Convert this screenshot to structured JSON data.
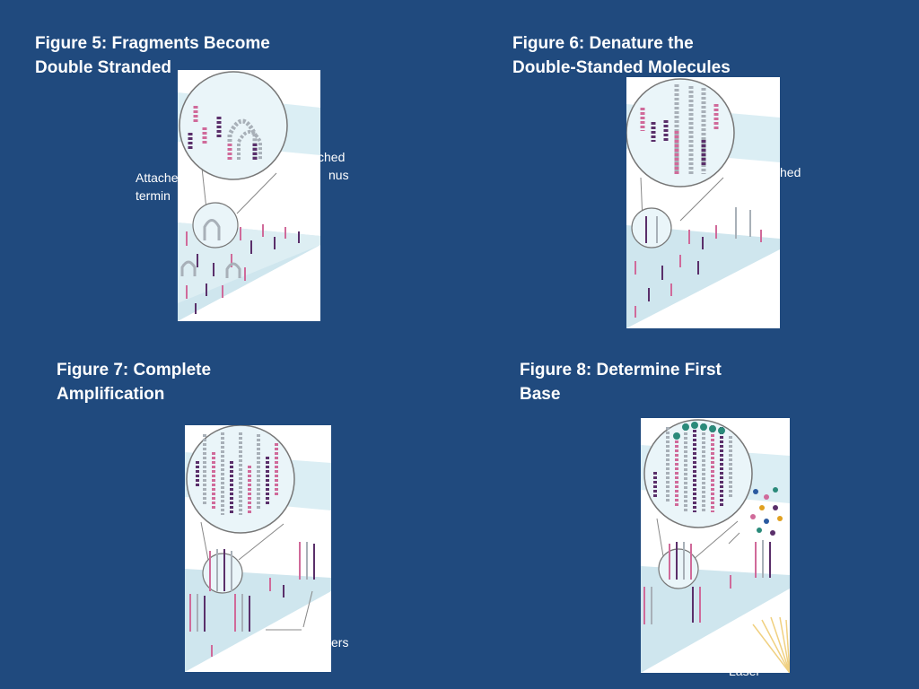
{
  "figures": [
    {
      "title_line1": "Figure 5: Fragments Become",
      "title_line2": "Double Stranded"
    },
    {
      "title_line1": "Figure 6: Denature the",
      "title_line2": "Double-Standed Molecules"
    },
    {
      "title_line1": "Figure 7: Complete",
      "title_line2": "Amplification"
    },
    {
      "title_line1": "Figure 8: Determine First",
      "title_line2": "Base"
    }
  ],
  "labels": {
    "fig5_left_line1": "Attache",
    "fig5_left_line2": "termin",
    "fig5_right_line1": "ched",
    "fig5_right_line2": "nus",
    "fig6_right": "hed",
    "fig7_right": "ers",
    "fig8_bottom": "Laser"
  },
  "colors": {
    "background": "#204a7e",
    "slide_surface": "#cfe6ee",
    "strand_pink": "#d06a9a",
    "strand_purple": "#5a2f6a",
    "strand_grey": "#a8b0b8"
  }
}
